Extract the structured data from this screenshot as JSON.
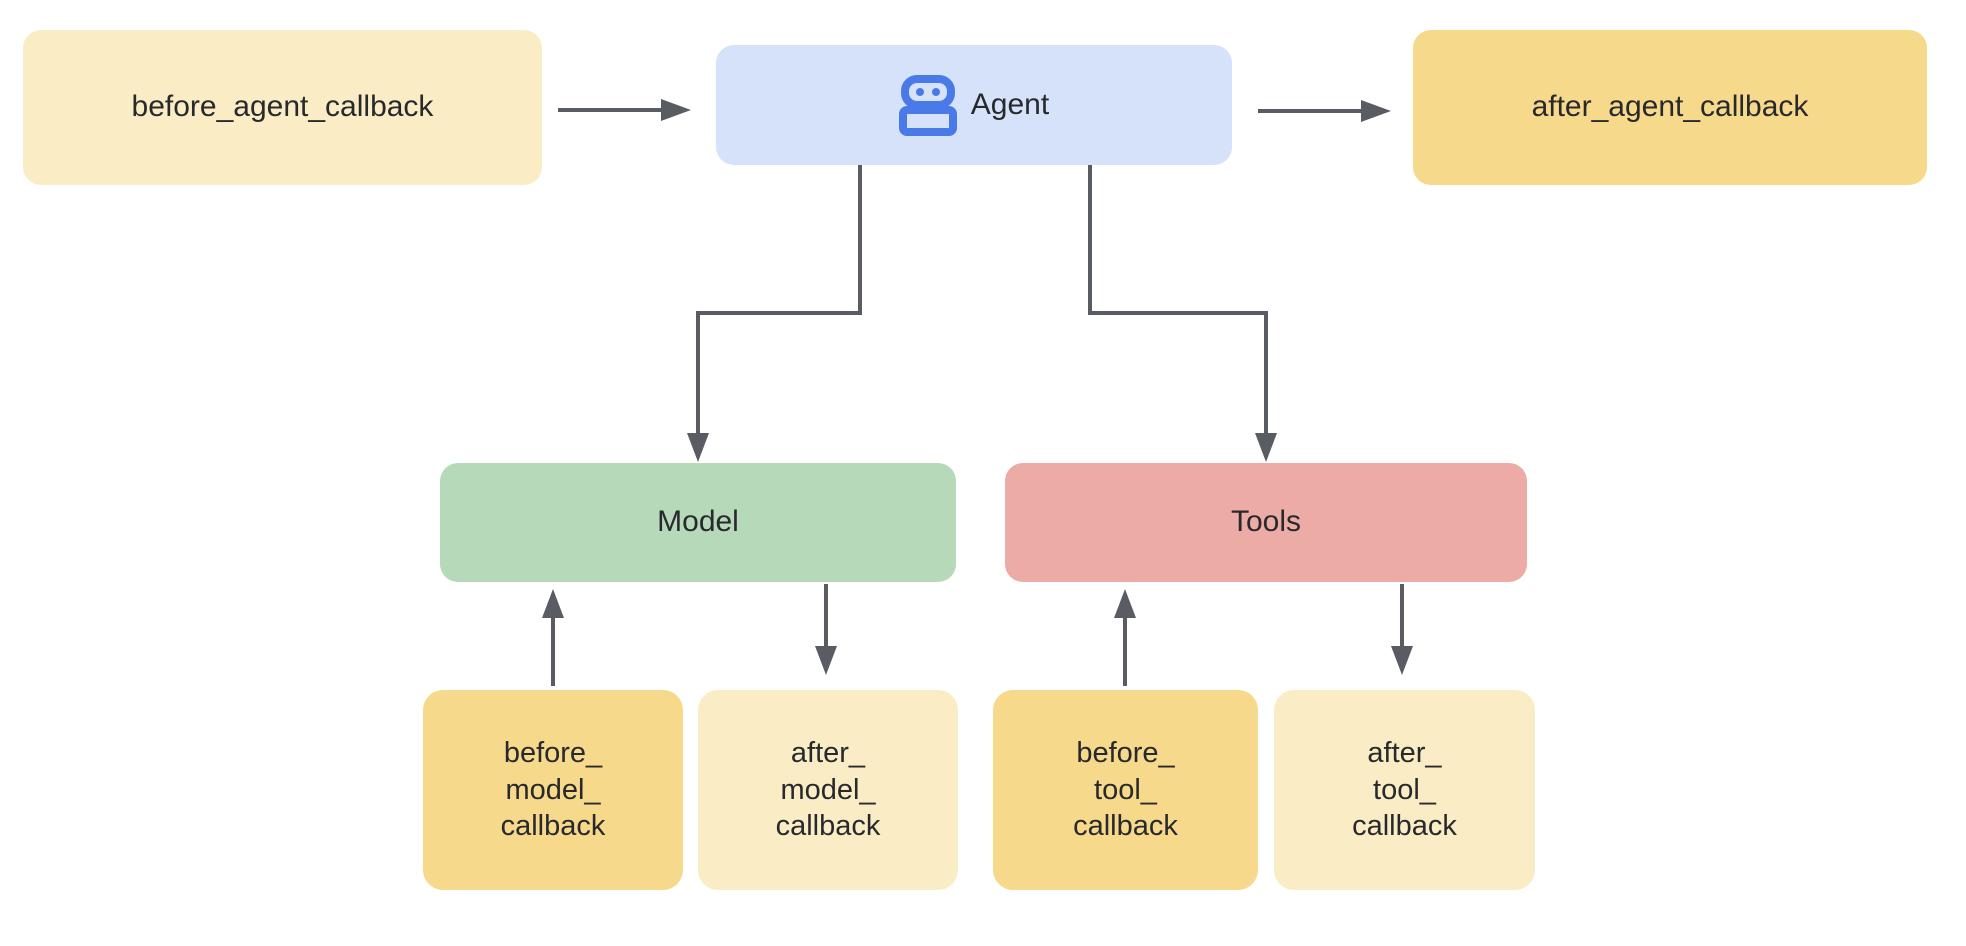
{
  "colors": {
    "canvas-bg": "#ffffff",
    "node-cream": "#FAEDC5",
    "node-gold": "#F6D98A",
    "node-blue": "#D6E2FA",
    "node-green": "#B6D9B9",
    "node-salmon": "#ECACA5",
    "icon-blue": "#4A7AE8",
    "arrow-gray": "#595D63",
    "text-dark": "#27292D"
  },
  "nodes": {
    "before_agent_callback": {
      "label": "before_agent_callback"
    },
    "agent": {
      "label": "Agent",
      "icon": "robot-icon"
    },
    "after_agent_callback": {
      "label": "after_agent_callback"
    },
    "model": {
      "label": "Model"
    },
    "tools": {
      "label": "Tools"
    },
    "before_model_callback": {
      "label": "before_\nmodel_\ncallback"
    },
    "after_model_callback": {
      "label": "after_\nmodel_\ncallback"
    },
    "before_tool_callback": {
      "label": "before_\ntool_\ncallback"
    },
    "after_tool_callback": {
      "label": "after_\ntool_\ncallback"
    }
  },
  "edges": [
    {
      "from": "before_agent_callback",
      "to": "agent",
      "type": "straight-right"
    },
    {
      "from": "agent",
      "to": "after_agent_callback",
      "type": "straight-right"
    },
    {
      "from": "agent",
      "to": "model",
      "type": "elbow-down"
    },
    {
      "from": "agent",
      "to": "tools",
      "type": "elbow-down"
    },
    {
      "from": "before_model_callback",
      "to": "model",
      "type": "straight-up"
    },
    {
      "from": "model",
      "to": "after_model_callback",
      "type": "straight-down"
    },
    {
      "from": "before_tool_callback",
      "to": "tools",
      "type": "straight-up"
    },
    {
      "from": "tools",
      "to": "after_tool_callback",
      "type": "straight-down"
    }
  ]
}
